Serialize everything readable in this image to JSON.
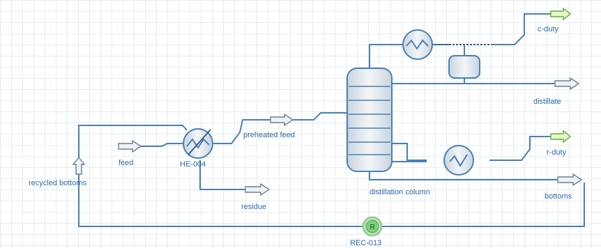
{
  "labels": {
    "c_duty": "c-duty",
    "distillate": "distillate",
    "r_duty": "r-duty",
    "bottoms": "bottoms",
    "preheated_feed": "preheated feed",
    "feed": "feed",
    "he_004": "HE-004",
    "recycled_bottoms": "recycled bottoms",
    "residue": "residue",
    "distillation_column": "distillation column",
    "rec_013": "REC-013",
    "recycle_symbol": "R"
  },
  "colors": {
    "line": "#4a7fb3",
    "label": "#2f6aa8",
    "material_arrow_fill": "#eef2f6",
    "energy_arrow_fill": "#e4f7c8",
    "energy_arrow_stroke": "#6aa83c",
    "equipment_fill": "#e3e9ef",
    "recycle_fill": "#7ed07e"
  },
  "icons": [
    "heat-exchanger-icon",
    "condenser-icon",
    "reboiler-icon",
    "reflux-drum-icon",
    "distillation-column-icon",
    "recycle-icon",
    "stream-arrow-icon",
    "energy-arrow-icon"
  ]
}
